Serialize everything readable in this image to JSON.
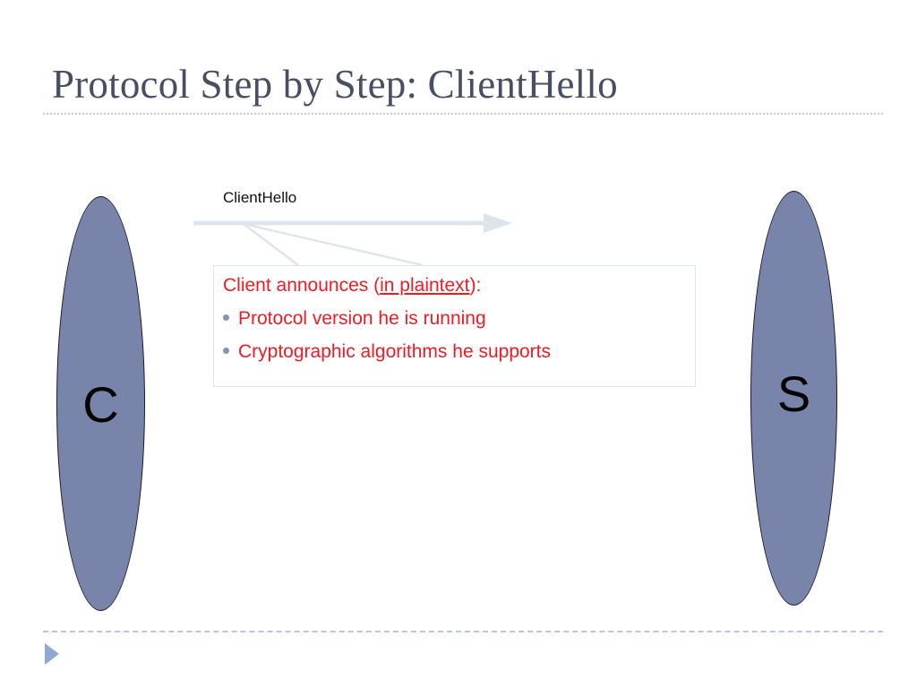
{
  "slide": {
    "title": "Protocol Step by Step: ClientHello",
    "background_color": "#ffffff",
    "title_color": "#464f63",
    "accent_color": "#7884aa",
    "highlight_color": "#ed1c24"
  },
  "nodes": [
    {
      "id": "client",
      "label": "C",
      "name": "client-ellipse"
    },
    {
      "id": "server",
      "label": "S",
      "name": "server-ellipse"
    }
  ],
  "message": {
    "label": "ClientHello",
    "direction": "client-to-server",
    "arrow_color": "#dde5ea"
  },
  "callout": {
    "heading_prefix": "Client announces (",
    "heading_underlined": "in plaintext",
    "heading_suffix": "):",
    "bullets": [
      "Protocol version he is running",
      "Cryptographic algorithms he supports"
    ],
    "border_color": "#dde4ea",
    "text_color": "#ed1c24",
    "bullet_color": "#8593b5"
  },
  "footer": {
    "marker_icon": "play-triangle-icon",
    "marker_color": "#8faad2",
    "rule_color": "#b9c6dd"
  }
}
